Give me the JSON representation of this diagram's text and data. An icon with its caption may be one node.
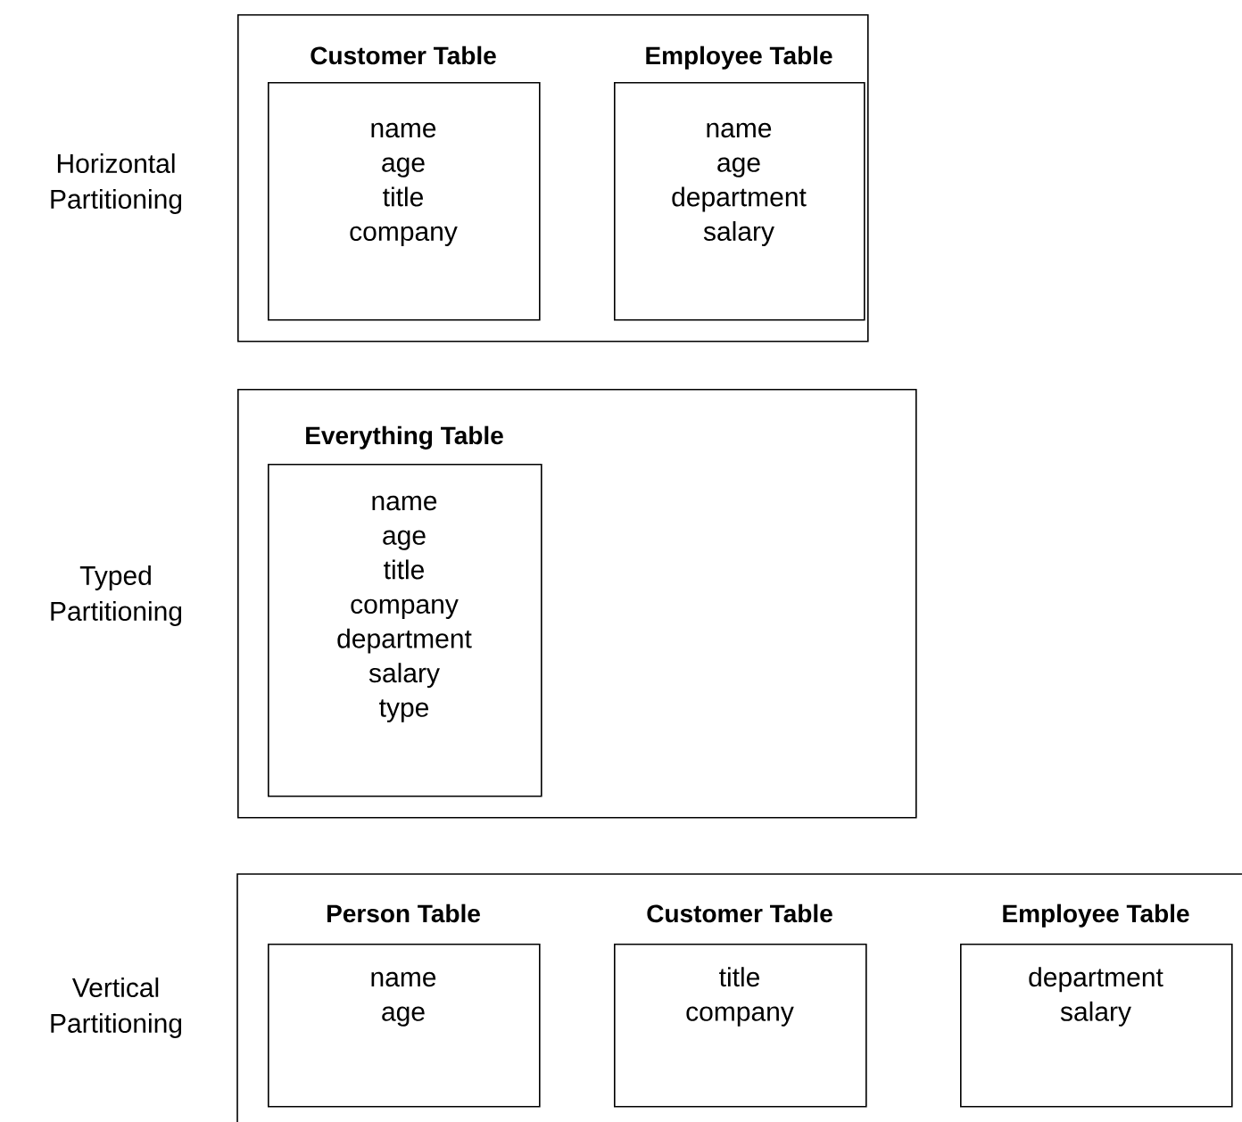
{
  "diagram": {
    "nodes": [
      {
        "text": [],
        "shape": "box",
        "beside": [
          "Horizontal Partitioning"
        ]
      },
      {
        "text": [
          "Customer Table",
          "name",
          "age",
          "title",
          "company"
        ],
        "in": 0
      },
      {
        "text": [
          "Employee Table",
          "name",
          "age",
          "department",
          "salary"
        ],
        "in": 0
      },
      {
        "text": [],
        "shape": "box",
        "beside": [
          "Typed Partitioning"
        ]
      },
      {
        "text": [
          "Everything Table",
          "name",
          "age",
          "title",
          "company",
          "department",
          "salary",
          "type"
        ],
        "in": 3
      },
      {
        "text": [],
        "shape": "box",
        "beside": [
          "Vertical Partitioning"
        ]
      },
      {
        "text": [
          "Person Table",
          "name",
          "age"
        ],
        "in": 5
      },
      {
        "text": [
          "Customer Table",
          "title",
          "company"
        ],
        "in": 5
      },
      {
        "text": [
          "Employee Table",
          "department",
          "salary"
        ],
        "in": 5
      }
    ]
  }
}
